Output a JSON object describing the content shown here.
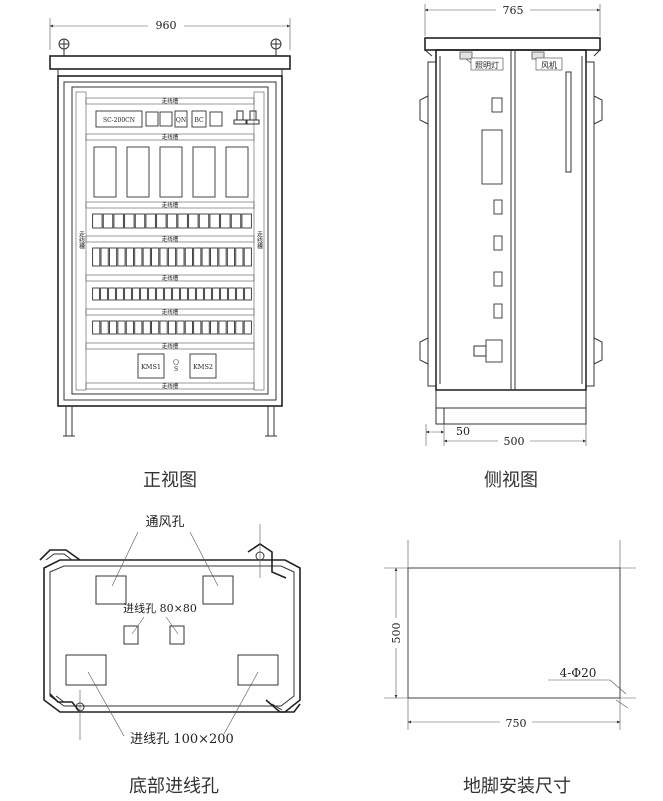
{
  "front_view": {
    "caption": "正视图",
    "width_dim": "960",
    "trough_label": "走线槽",
    "side_trough_label": "走线槽",
    "devices": [
      "SC-200CN",
      "QN",
      "BC"
    ],
    "kms": [
      "KMS1",
      "S",
      "KMS2"
    ]
  },
  "side_view": {
    "caption": "侧视图",
    "depth_dim": "765",
    "lamp_label": "照明灯",
    "fan_label": "风机",
    "dim_50": "50",
    "dim_500": "500"
  },
  "bottom_view": {
    "caption": "底部进线孔",
    "vent_label": "通风孔",
    "inlet_small_label": "进线孔 80×80",
    "inlet_large_label": "进线孔 100×200"
  },
  "foot_view": {
    "caption": "地脚安装尺寸",
    "dim_500": "500",
    "dim_750": "750",
    "hole_label": "4-Φ20"
  }
}
